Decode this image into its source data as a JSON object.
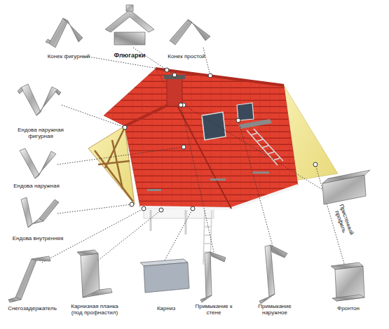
{
  "diagram": {
    "labels": [
      "Конек фигурный",
      "Флюгарки",
      "Конек простой",
      "Ендова наружная фигурная",
      "Ендова наружная",
      "Ендова внутренняя",
      "Пристенный профиль",
      "Снегозадержатель",
      "Карнизная планка (под профнастил)",
      "Карниз",
      "Примыкание к стене",
      "Примыкание наружное",
      "Фронтон"
    ]
  }
}
